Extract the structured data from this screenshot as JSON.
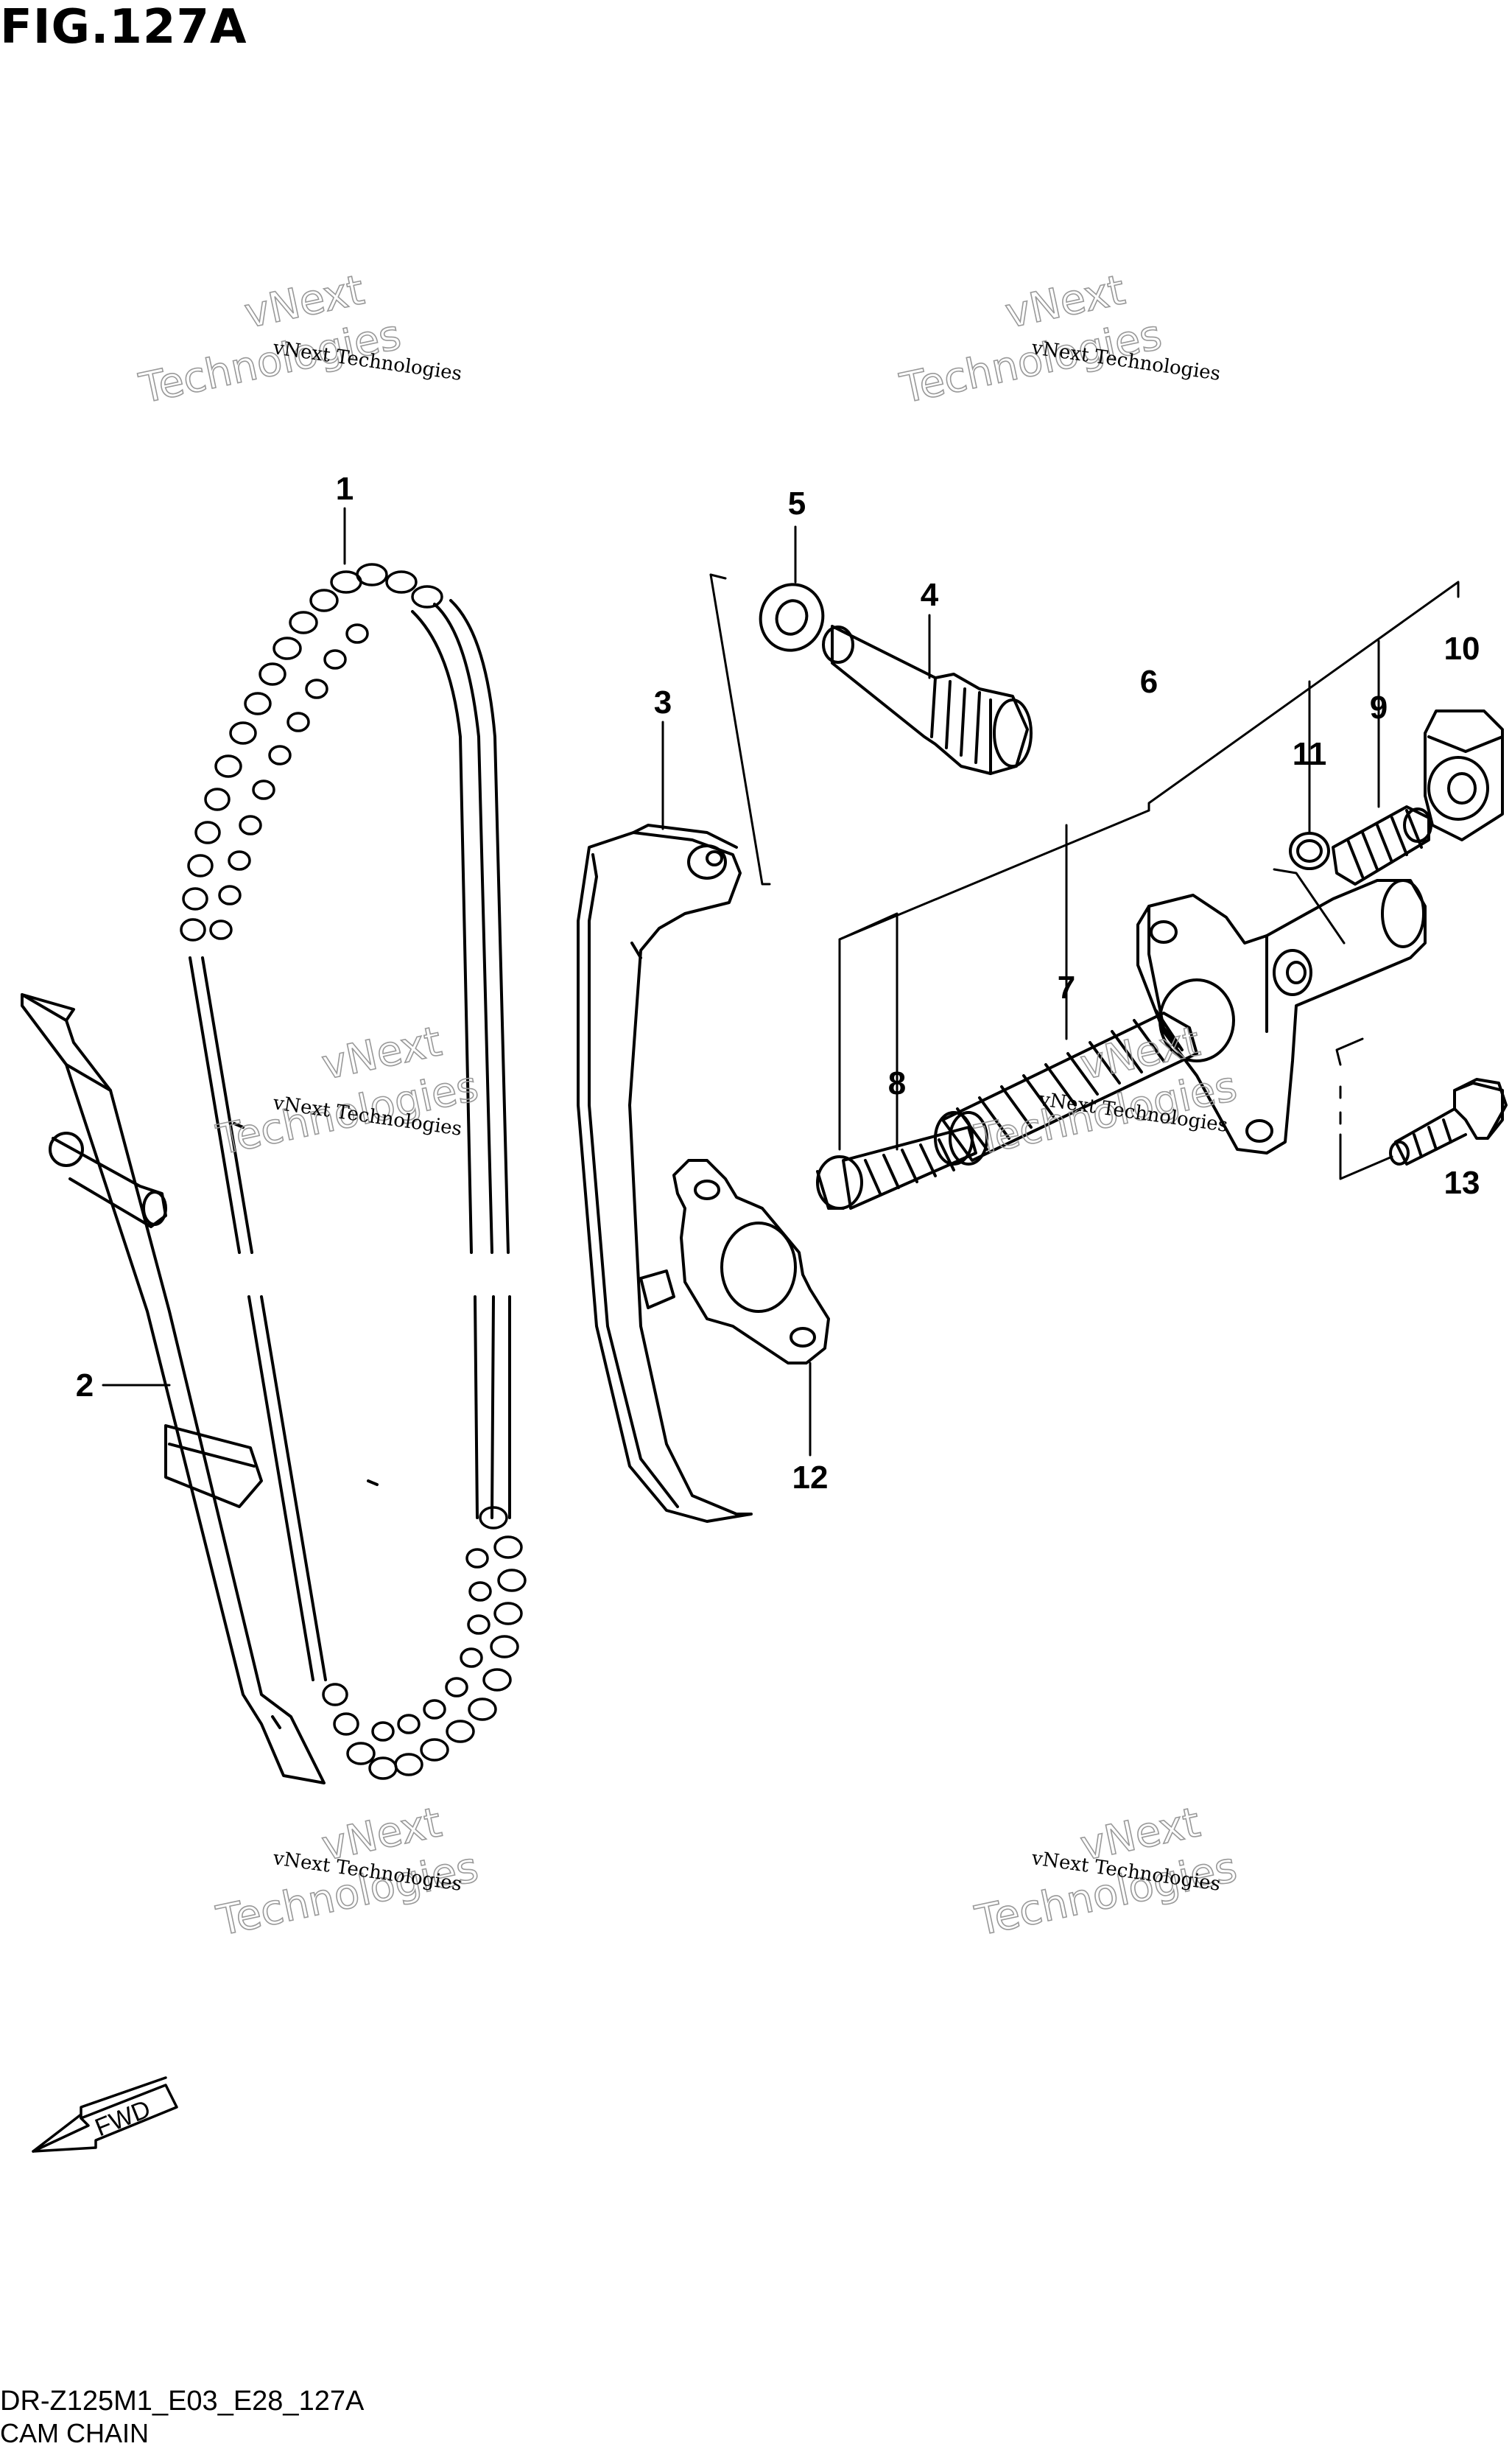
{
  "figure": {
    "title": "FIG.127A",
    "code": "DR-Z125M1_E03_E28_127A",
    "name": "CAM CHAIN"
  },
  "callouts": [
    "1",
    "2",
    "3",
    "4",
    "5",
    "6",
    "7",
    "8",
    "9",
    "10",
    "11",
    "12",
    "13"
  ],
  "watermark": {
    "line_small": "vNext Technologies",
    "line_big_1": "vNext",
    "line_big_2": "Technologies"
  },
  "fwd_label": "FWD"
}
